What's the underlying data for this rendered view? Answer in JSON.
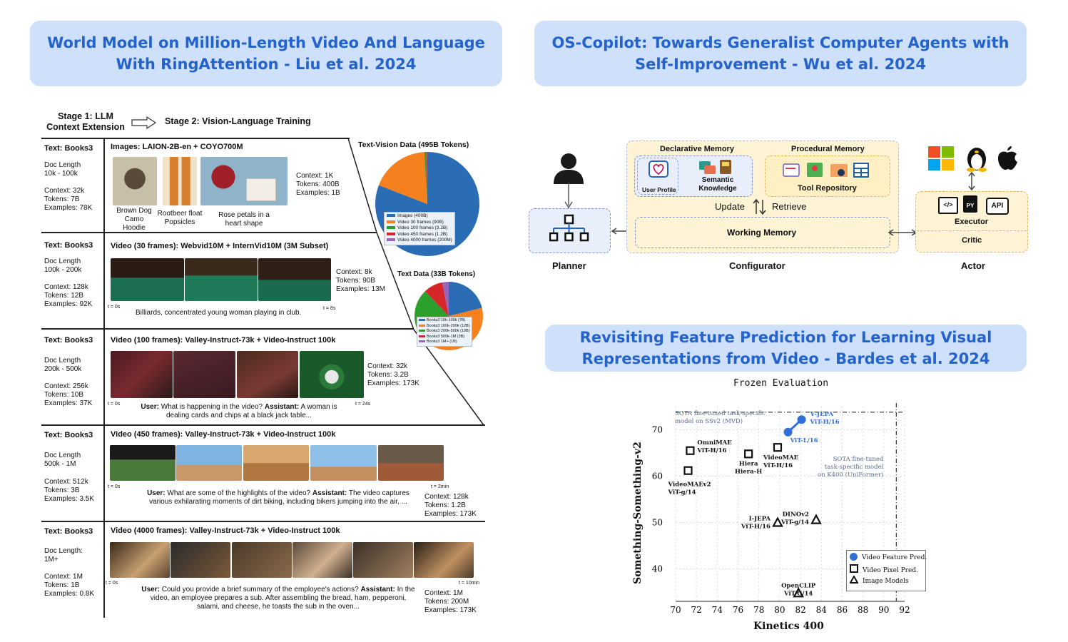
{
  "banners": {
    "liu": [
      "World Model on Million-Length Video And Language",
      "With RingAttention - Liu et al. 2024"
    ],
    "wu": [
      "OS-Copilot: Towards Generalist Computer Agents with",
      "Self-Improvement - Wu et al. 2024"
    ],
    "bardes": [
      "Revisiting Feature Prediction for Learning Visual",
      "Representations from Video - Bardes et al. 2024"
    ]
  },
  "lwm": {
    "stage1": [
      "Stage 1: LLM",
      "Context Extension"
    ],
    "stage2": "Stage 2: Vision-Language Training",
    "text_vision_title": "Text-Vision Data (495B  Tokens)",
    "text_data_title": "Text Data (33B  Tokens)",
    "rows": [
      {
        "text_title": "Text: Books3",
        "doc": [
          "Doc Length",
          "10k - 100k"
        ],
        "ctx": [
          "Context: 32k",
          "Tokens: 7B",
          "Examples: 78K"
        ],
        "title": "Images: LAION-2B-en + COYO700M",
        "captions": [
          [
            "Brown Dog",
            "Camo",
            "Hoodie"
          ],
          [
            "Rootbeer float",
            "Popsicles"
          ],
          [
            "Rose petals in a",
            "heart shape"
          ]
        ],
        "stats": [
          "Context: 1K",
          "Tokens: 400B",
          "Examples: 1B"
        ]
      },
      {
        "text_title": "Text: Books3",
        "doc": [
          "Doc Length",
          "100k - 200k"
        ],
        "ctx": [
          "Context: 128k",
          "Tokens: 12B",
          "Examples: 92K"
        ],
        "title": "Video (30 frames): Webvid10M + InternVid10M (3M Subset)",
        "t0": "t = 0s",
        "t1": "t = 8s",
        "caption": "Billiards, concentrated young woman playing in club.",
        "stats": [
          "Context: 8k",
          "Tokens: 90B",
          "Examples: 13M"
        ]
      },
      {
        "text_title": "Text: Books3",
        "doc": [
          "Doc Length",
          "200k - 500k"
        ],
        "ctx": [
          "Context: 256k",
          "Tokens: 10B",
          "Examples: 37K"
        ],
        "title": "Video (100 frames): Valley-Instruct-73k + Video-Instruct 100k",
        "t0": "t = 0s",
        "t1": "t = 24s",
        "user": "User:",
        "q": "What is happening in the video?",
        "asst": "Assistant:",
        "a": "A woman is",
        "a2": "dealing cards and chips at a black jack table...",
        "stats": [
          "Context: 32k",
          "Tokens: 3.2B",
          "Examples: 173K"
        ]
      },
      {
        "text_title": "Text: Books3",
        "doc": [
          "Doc Length",
          "500k - 1M"
        ],
        "ctx": [
          "Context: 512k",
          "Tokens: 3B",
          "Examples: 3.5K"
        ],
        "title": "Video (450 frames): Valley-Instruct-73k + Video-Instruct 100k",
        "t0": "t = 0s",
        "t1": "t = 2min",
        "user": "User:",
        "q": "What are some of the highlights of the video?",
        "asst": "Assistant:",
        "a": "The video captures",
        "a2": "various exhilarating moments of dirt biking, including bikers jumping into the air, ...",
        "stats": [
          "Context: 128k",
          "Tokens: 1.2B",
          "Examples: 173K"
        ]
      },
      {
        "text_title": "Text: Books3",
        "doc": [
          "Doc Length:",
          "1M+"
        ],
        "ctx": [
          "Context: 1M",
          "Tokens: 1B",
          "Examples: 0.8K"
        ],
        "title": "Video (4000 frames): Valley-Instruct-73k + Video-Instruct 100k",
        "t0": "t = 0s",
        "t1": "t = 10min",
        "user": "User:",
        "q": "Could you provide a brief summary of the employee's actions?",
        "asst": "Assistant:",
        "a": "In the",
        "a2": "video, an employee prepares a sub. After assembling the bread, ham, pepperoni,",
        "a3": "salami, and cheese, he toasts the sub in the oven...",
        "stats": [
          "Context: 1M",
          "Tokens: 200M",
          "Examples: 173K"
        ]
      }
    ],
    "pie1": {
      "legend": [
        "Images (400B)",
        "Video 30 frames (90B)",
        "Video 100 frames (3.2B)",
        "Video 450 frames (1.2B)",
        "Video 4000 frames (200M)"
      ],
      "values": [
        400,
        90,
        3.2,
        1.2,
        0.2
      ],
      "colors": [
        "#2b6db5",
        "#f5801e",
        "#2ca02c",
        "#d62728",
        "#9467bd"
      ]
    },
    "pie2": {
      "legend": [
        "Books3 10k-100k (7B)",
        "Books3 100k-200k (12B)",
        "Books3 200k-500k (10B)",
        "Books3 500k-1M (3B)",
        "Books3 1M+ (1B)"
      ],
      "values": [
        7,
        12,
        10,
        3,
        1
      ],
      "colors": [
        "#2b6db5",
        "#f5801e",
        "#2ca02c",
        "#d62728",
        "#9467bd"
      ]
    }
  },
  "oscopilot": {
    "declarative": "Declarative Memory",
    "procedural": "Procedural Memory",
    "user_profile": "User Profile",
    "semantic": [
      "Semantic",
      "Knowledge"
    ],
    "tool_repo": "Tool Repository",
    "update": "Update",
    "retrieve": "Retrieve",
    "working": "Working Memory",
    "executor": "Executor",
    "critic": "Critic",
    "planner": "Planner",
    "configurator": "Configurator",
    "actor": "Actor",
    "exec_icons": [
      "</>",
      "PY",
      "API"
    ]
  },
  "chart_data": {
    "type": "scatter",
    "title": "Frozen Evaluation",
    "xlabel": "Kinetics 400",
    "ylabel": "Something-Something-v2",
    "xlim": [
      70,
      92
    ],
    "ylim": [
      33,
      75
    ],
    "xticks": [
      70,
      72,
      74,
      76,
      78,
      80,
      82,
      84,
      86,
      88,
      90,
      92
    ],
    "yticks": [
      40,
      50,
      60,
      70
    ],
    "legend": [
      "Video Feature Pred.",
      "Video Pixel Pred.",
      "Image Models"
    ],
    "legend_position": "bottom-right",
    "annotations": {
      "sota_ssv2": [
        "SOTA  fine-tuned  task-specific",
        "model  on  SSv2  (MVD)"
      ],
      "sota_k400": [
        "SOTA  fine-tuned",
        "task-specific  model",
        "on  K400  (UniFormer)"
      ]
    },
    "series": [
      {
        "name": "Video Feature Pred.",
        "points": [
          {
            "x": 80.8,
            "y": 69.5,
            "label": [
              "ViT-L/16"
            ]
          },
          {
            "x": 82.1,
            "y": 72.2,
            "label": [
              "V-JEPA",
              "ViT-H/16"
            ]
          }
        ]
      },
      {
        "name": "Video Pixel Pred.",
        "points": [
          {
            "x": 71.4,
            "y": 65.5,
            "label": [
              "OmniMAE",
              "ViT-H/16"
            ]
          },
          {
            "x": 71.2,
            "y": 61.2,
            "label": [
              "VideoMAEv2",
              "ViT-g/14"
            ]
          },
          {
            "x": 77.0,
            "y": 64.8,
            "label": [
              "Hiera",
              "Hiera-H"
            ]
          },
          {
            "x": 79.8,
            "y": 66.2,
            "label": [
              "VideoMAE",
              "ViT-H/16"
            ]
          }
        ]
      },
      {
        "name": "Image Models",
        "points": [
          {
            "x": 79.8,
            "y": 50.0,
            "label": [
              "I-JEPA",
              "ViT-H/16"
            ]
          },
          {
            "x": 83.5,
            "y": 50.6,
            "label": [
              "DINOv2",
              "ViT-g/14"
            ]
          },
          {
            "x": 81.8,
            "y": 34.8,
            "label": [
              "OpenCLIP",
              "ViT-G/14"
            ]
          }
        ]
      }
    ],
    "reference_lines": {
      "x": 91.2,
      "y": 73.8
    }
  }
}
